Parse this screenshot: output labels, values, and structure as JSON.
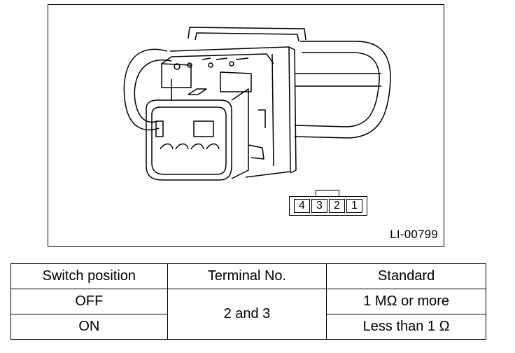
{
  "figure": {
    "id_label": "LI-00799",
    "terminal_numbers": [
      "4",
      "3",
      "2",
      "1"
    ]
  },
  "table": {
    "headers": [
      "Switch position",
      "Terminal No.",
      "Standard"
    ],
    "rows": [
      {
        "switch_position": "OFF",
        "terminal": "2 and 3",
        "standard": "1 MΩ or more"
      },
      {
        "switch_position": "ON",
        "standard": "Less than 1 Ω"
      }
    ]
  }
}
